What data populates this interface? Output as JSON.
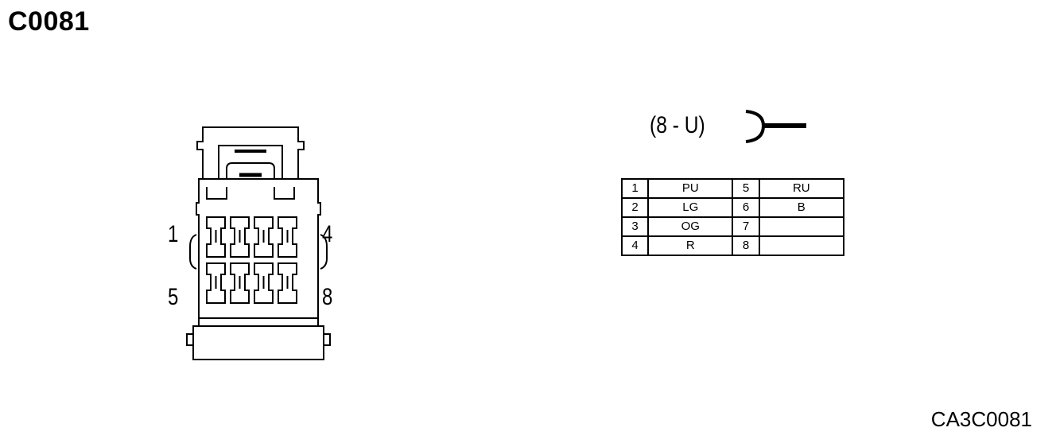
{
  "header": {
    "title": "C0081"
  },
  "footer": {
    "ref_code": "CA3C0081"
  },
  "connector": {
    "type_label": "(8 - U)",
    "face_pin_labels": {
      "top_left": "1",
      "top_right": "4",
      "bottom_left": "5",
      "bottom_right": "8"
    }
  },
  "pin_table": {
    "rows": [
      {
        "pin_a": "1",
        "color_a": "PU",
        "pin_b": "5",
        "color_b": "RU"
      },
      {
        "pin_a": "2",
        "color_a": "LG",
        "pin_b": "6",
        "color_b": "B"
      },
      {
        "pin_a": "3",
        "color_a": "OG",
        "pin_b": "7",
        "color_b": ""
      },
      {
        "pin_a": "4",
        "color_a": "R",
        "pin_b": "8",
        "color_b": ""
      }
    ]
  }
}
